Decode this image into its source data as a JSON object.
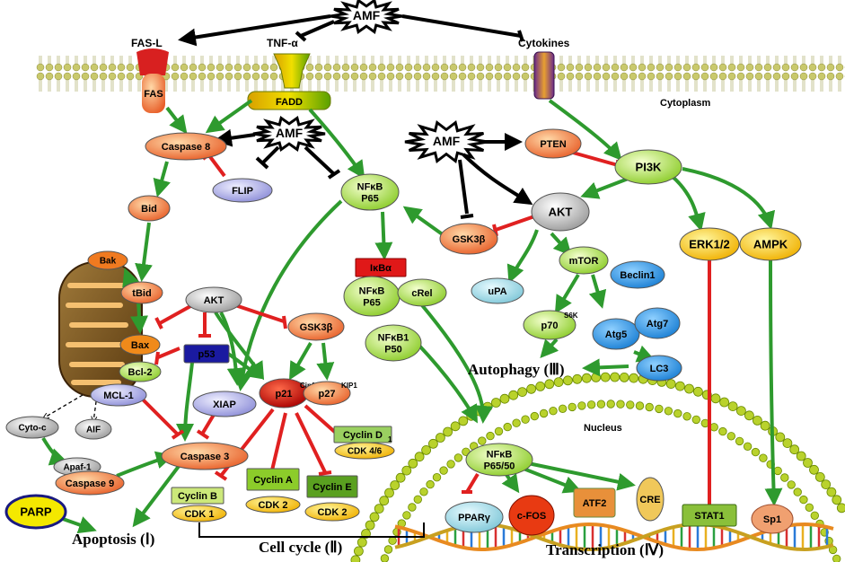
{
  "amf": {
    "top": "AMF",
    "left": "AMF",
    "mid": "AMF"
  },
  "receptors": {
    "fasl": "FAS-L",
    "tnf": "TNF-α",
    "cytokines": "Cytokines",
    "fas": "FAS",
    "fadd": "FADD",
    "cytoplasm": "Cytoplasm"
  },
  "nodes": {
    "caspase8": "Caspase 8",
    "flip": "FLIP",
    "bid": "Bid",
    "bak": "Bak",
    "tbid": "tBid",
    "bax": "Bax",
    "bcl2": "Bcl-2",
    "mcl1": "MCL-1",
    "akt_left": "AKT",
    "p53": "p53",
    "gsk3b_left": "GSK3β",
    "xiap": "XIAP",
    "p21": "p21",
    "p21_sup": "Cip1",
    "p27": "p27",
    "p27_sup": "KIP1",
    "cytoc": "Cyto-c",
    "aif": "AIF",
    "apaf1": "Apaf-1",
    "caspase9": "Caspase 9",
    "caspase3": "Caspase 3",
    "parp": "PARP",
    "cyclin_b": "Cyclin B",
    "cdk1": "CDK 1",
    "cyclin_a": "Cyclin A",
    "cdk2_a": "CDK 2",
    "cyclin_e": "Cyclin E",
    "cdk2_e": "CDK 2",
    "cyclin_d": "Cyclin D",
    "cyclin_d_sub": "1",
    "cdk46": "CDK 4/6",
    "nfkb_top1": "NFκB",
    "nfkb_top2": "P65",
    "ikba": "IκBα",
    "nfkb_mid1": "NFκB",
    "nfkb_mid2": "P65",
    "crel": "cRel",
    "nfkb1_1": "NFκB1",
    "nfkb1_2": "P50",
    "gsk3b_mid": "GSK3β",
    "upa": "uPA",
    "pten": "PTEN",
    "pi3k": "PI3K",
    "akt_mid": "AKT",
    "mtor": "mTOR",
    "beclin1": "Beclin1",
    "p70": "p70",
    "p70_sup": "S6K",
    "atg5": "Atg5",
    "atg7": "Atg7",
    "lc3": "LC3",
    "erk": "ERK1/2",
    "ampk": "AMPK",
    "nucleus": "Nucleus",
    "nfkb_nuc1": "NFκB",
    "nfkb_nuc2": "P65/50",
    "pparg": "PPARγ",
    "cfos": "c-FOS",
    "atf2": "ATF2",
    "cre": "CRE",
    "stat1": "STAT1",
    "sp1": "Sp1"
  },
  "labels": {
    "apoptosis": "Apoptosis (Ⅰ)",
    "cellcycle": "Cell cycle (Ⅱ)",
    "autophagy": "Autophagy (Ⅲ)",
    "transcription": "Transcription (Ⅳ)"
  }
}
